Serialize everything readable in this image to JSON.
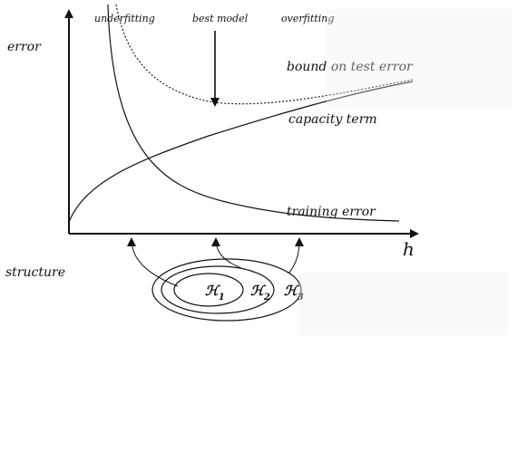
{
  "labels": {
    "underfitting": "underfitting",
    "best_model": "best model",
    "overfitting": "overfitting",
    "y_axis": "error",
    "x_axis": "h",
    "structure": "structure",
    "bound": "bound on test error",
    "capacity": "capacity term",
    "training": "training error"
  },
  "nested_sets": {
    "symbol": "ℋ",
    "subscripts": [
      "1",
      "2",
      "3"
    ]
  },
  "colors": {
    "ink": "#111111",
    "background": "#ffffff",
    "ghost": "#f2f2f2"
  }
}
